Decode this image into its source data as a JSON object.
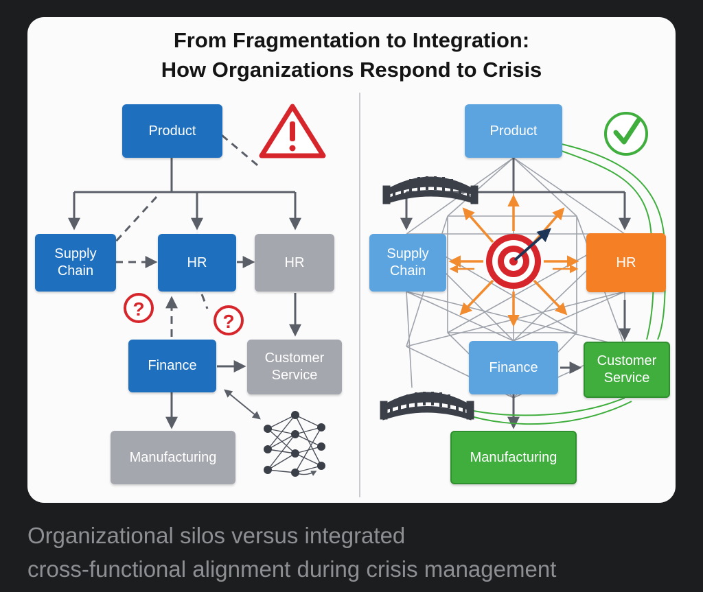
{
  "title": {
    "line1": "From Fragmentation to Integration:",
    "line2": "How Organizations Respond to Crisis"
  },
  "left_panel": {
    "product": "Product",
    "supply_chain": "Supply\nChain",
    "hr_central": "HR",
    "hr_side": "HR",
    "finance": "Finance",
    "customer_service": "Customer\nService",
    "manufacturing": "Manufacturing",
    "icons": [
      "warning-triangle-icon",
      "question-mark-icon",
      "question-mark-icon",
      "neural-network-icon"
    ]
  },
  "right_panel": {
    "product": "Product",
    "supply_chain": "Supply\nChain",
    "hr": "HR",
    "finance": "Finance",
    "customer_service": "Customer\nService",
    "manufacturing": "Manufacturing",
    "icons": [
      "check-circle-icon",
      "bridge-icon",
      "bridge-icon",
      "target-icon"
    ]
  },
  "colors": {
    "dark_blue": "#1f6fbf",
    "light_blue": "#5ba4e0",
    "gray": "#a4a7ad",
    "orange": "#f47f24",
    "green": "#3fae3d",
    "alert_red": "#d7262b"
  },
  "caption": {
    "line1": "Organizational silos versus integrated",
    "line2": "cross-functional alignment during crisis management"
  }
}
